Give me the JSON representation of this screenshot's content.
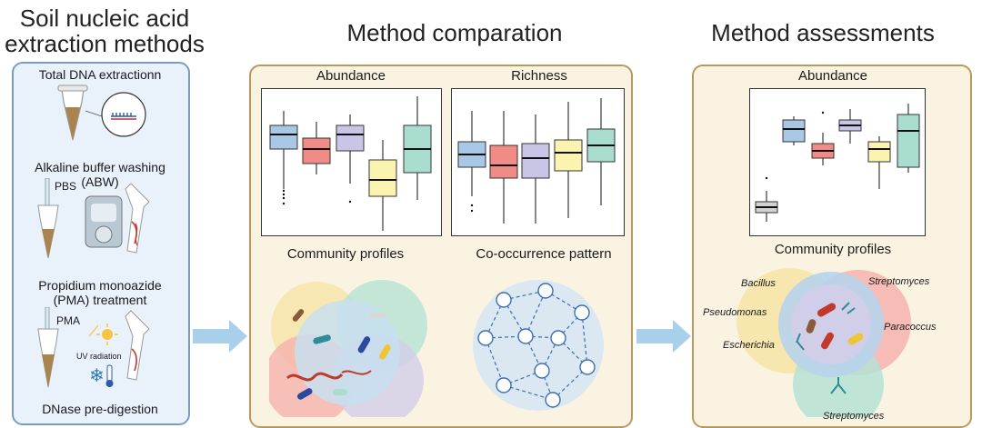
{
  "headings": {
    "left_line1": "Soil nucleic acid",
    "left_line2": "extraction methods",
    "middle": "Method comparation",
    "right": "Method assessments"
  },
  "left_panel": {
    "step1": "Total DNA extractionn",
    "step2_line1": "Alkaline buffer washing",
    "step2_line2": "(ABW)",
    "step2_reagent": "PBS",
    "step3_line1": "Propidium monoazide",
    "step3_line2": "(PMA) treatment",
    "step3_reagent": "PMA",
    "uv_label": "UV radiation",
    "step4": "DNase pre-digestion"
  },
  "middle_panel": {
    "abundance_title": "Abundance",
    "richness_title": "Richness",
    "community_label": "Community profiles",
    "cooccurrence_label": "Co-occurrence pattern"
  },
  "right_panel": {
    "abundance_title": "Abundance",
    "community_label": "Community profiles",
    "taxa": {
      "bacillus": "Bacillus",
      "streptomyces": "Streptomyces",
      "pseudomonas": "Pseudomonas",
      "paracoccus": "Paracoccus",
      "escherichia": "Escherichia",
      "streptomyces_bottom": "Streptomyces"
    }
  },
  "colors": {
    "blue": "#a9c8e6",
    "red": "#f08b86",
    "purple": "#c9c5e6",
    "yellow": "#fbf3b0",
    "green": "#a8ddd0",
    "gray": "#d2d2d2",
    "panel_blue_border": "#7a9cc0",
    "panel_gold_border": "#b99a5c",
    "arrow": "#a9d0ea"
  }
}
